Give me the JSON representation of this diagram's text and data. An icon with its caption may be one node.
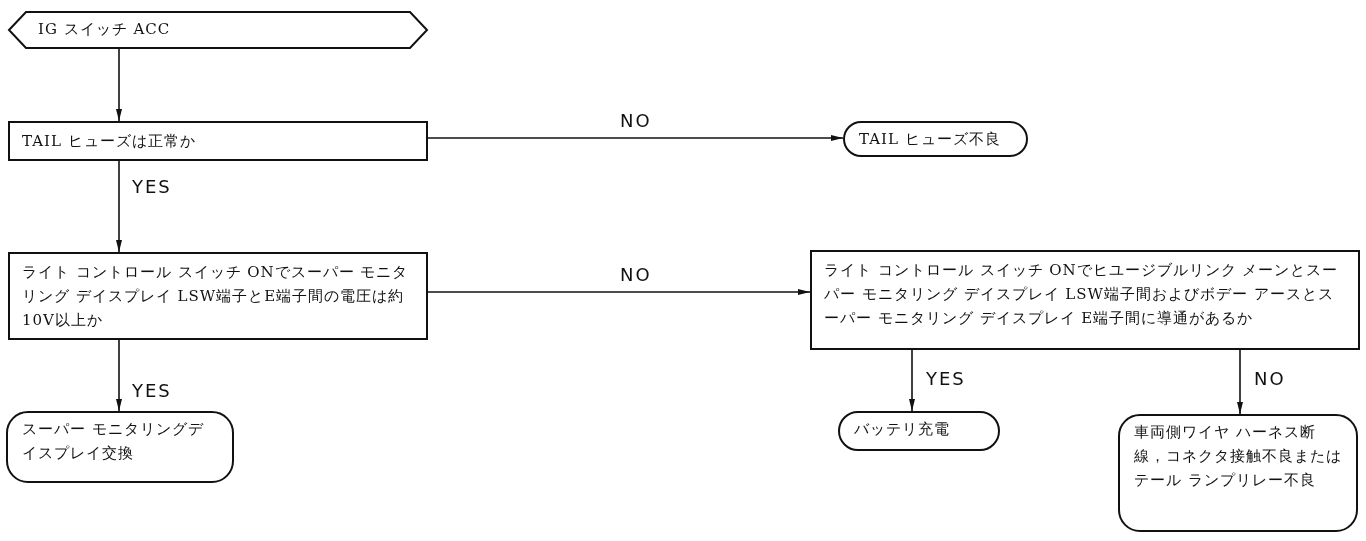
{
  "diagram": {
    "nodes": [
      {
        "text": [
          "IG スイッチ ACC"
        ]
      },
      {
        "text": [
          "TAIL ヒューズは正常か"
        ]
      },
      {
        "text": [
          "TAIL ヒューズ不良"
        ]
      },
      {
        "text": [
          "ライト コントロール スイッチ ONでスーパー モニタリング デイスプレイ LSW端子とE端子間の電圧は約10V以上か"
        ]
      },
      {
        "text": [
          "ライト コントロール スイッチ ONでヒユージブルリンク メーンとスーパー モニタリング デイスプレイ LSW端子間およびボデー アースとスーパー モニタリング デイスプレイ E端子間に導通があるか"
        ]
      },
      {
        "text": [
          "スーパー モニタリングデイスプレイ交換"
        ]
      },
      {
        "text": [
          "バッテリ充電"
        ]
      },
      {
        "text": [
          "車両側ワイヤ ハーネス断線，コネクタ接触不良またはテール ランプリレー不良"
        ]
      }
    ],
    "edges": [
      {
        "from": 0,
        "to": 1,
        "arrow": "to"
      },
      {
        "from": 1,
        "to": 2,
        "arrow": "to",
        "label": "NO"
      },
      {
        "from": 1,
        "to": 3,
        "arrow": "to",
        "label": "YES"
      },
      {
        "from": 3,
        "to": 4,
        "arrow": "to",
        "label": "NO"
      },
      {
        "from": 3,
        "to": 5,
        "arrow": "to",
        "label": "YES"
      },
      {
        "from": 4,
        "to": 6,
        "arrow": "to",
        "label": "YES"
      },
      {
        "from": 4,
        "to": 7,
        "arrow": "to",
        "label": "NO"
      }
    ]
  }
}
